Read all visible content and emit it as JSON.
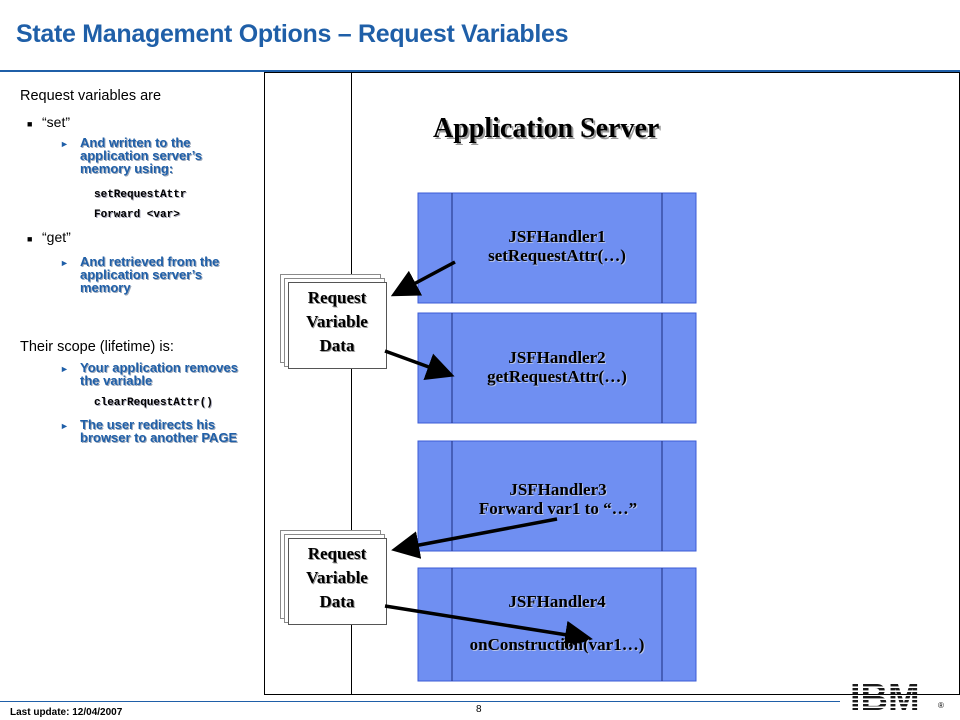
{
  "header": {
    "title": "State Management Options – Request Variables"
  },
  "left_panel": {
    "intro": "Request variables are",
    "set_label": "“set”",
    "set_detail": "And written to the application server’s memory using:",
    "code_set_attr": "setRequestAttr",
    "code_forward": "Forward <var>",
    "get_label": "“get”",
    "get_detail": "And retrieved from the application server’s memory",
    "scope_intro": "Their scope (lifetime) is:",
    "scope_item_1": "Your application removes the variable",
    "code_clear": "clearRequestAttr()",
    "scope_item_2": "The user redirects his browser to another PAGE"
  },
  "diagram": {
    "server_title": "Application Server",
    "handlers": [
      {
        "line1": "JSFHandler1",
        "line2": "setRequestAttr(…)"
      },
      {
        "line1": "JSFHandler2",
        "line2": "getRequestAttr(…)"
      },
      {
        "line1": "JSFHandler3",
        "line2": "Forward var1 to “…”"
      },
      {
        "line1": "JSFHandler4",
        "line2": "onConstruction(var1…)"
      }
    ],
    "request_var": [
      {
        "line1": "Request",
        "line2": "Variable",
        "line3": "Data"
      },
      {
        "line1": "Request",
        "line2": "Variable",
        "line3": "Data"
      }
    ],
    "handler_fill": "#6f8ff2",
    "handler_edge": "#4a6ae0"
  },
  "footer": {
    "last_update": "Last update: 12/04/2007",
    "page_number": "8",
    "logo": "IBM"
  }
}
